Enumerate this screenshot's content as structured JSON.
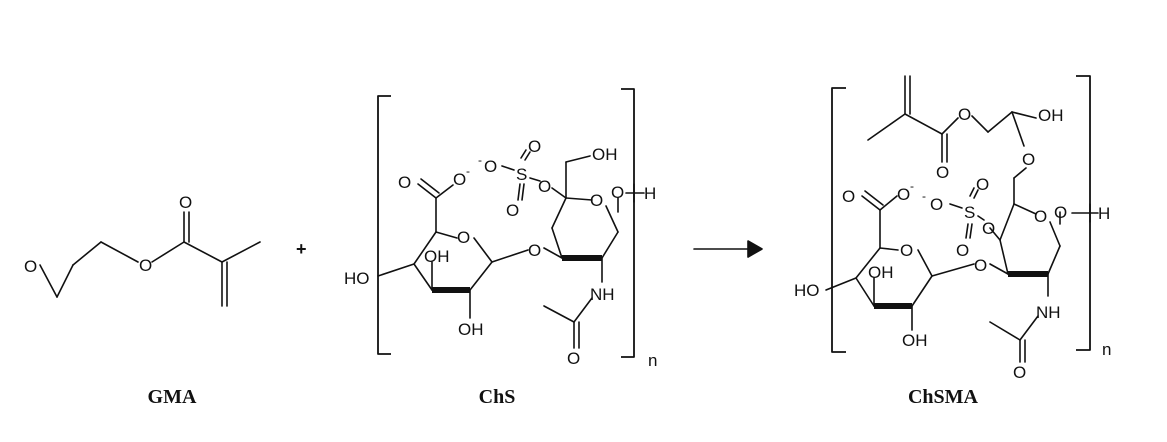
{
  "compounds": [
    {
      "name": "GMA"
    },
    {
      "name": "ChS"
    },
    {
      "name": "ChSMA"
    }
  ],
  "operators": {
    "plus": "+",
    "repeat_subscript": "n"
  },
  "atoms": {
    "oxygen": "O",
    "hydroxyl_right": "OH",
    "hydroxyl_left": "HO",
    "amine": "NH",
    "sulfur": "S",
    "hydrogen": "H",
    "minus": "-"
  }
}
